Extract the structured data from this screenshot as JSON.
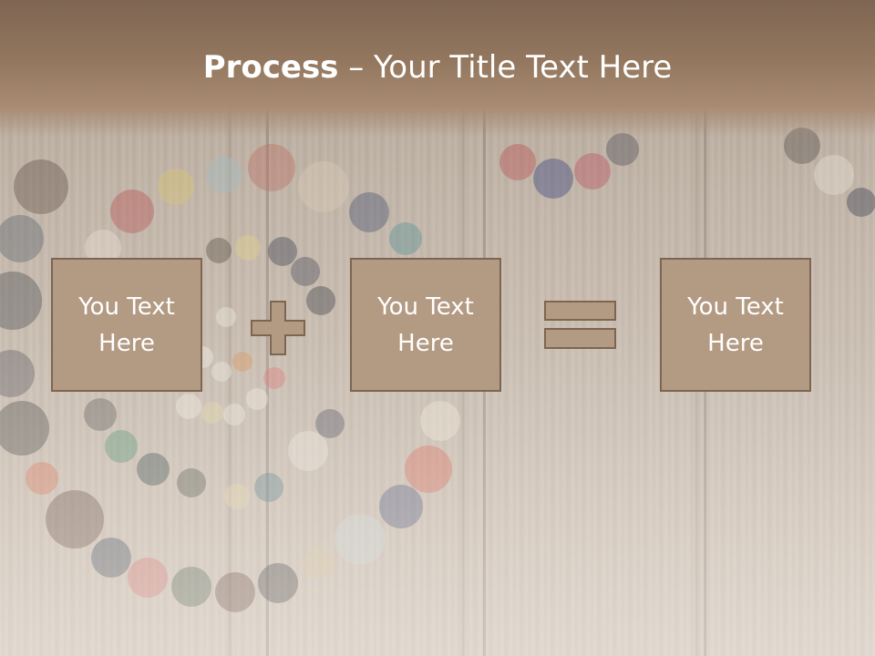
{
  "slide": {
    "title_bold": "Process",
    "title_rest": " – Your Title Text Here",
    "boxes": [
      {
        "text": "You Text Here"
      },
      {
        "text": "You Text Here"
      },
      {
        "text": "You Text Here"
      }
    ],
    "operators": {
      "plus": "plus-icon",
      "equals": "equals-icon"
    },
    "colors": {
      "header": "#93775f",
      "box_fill": "#b39a83",
      "box_border": "#7d6552",
      "text": "#ffffff"
    }
  }
}
